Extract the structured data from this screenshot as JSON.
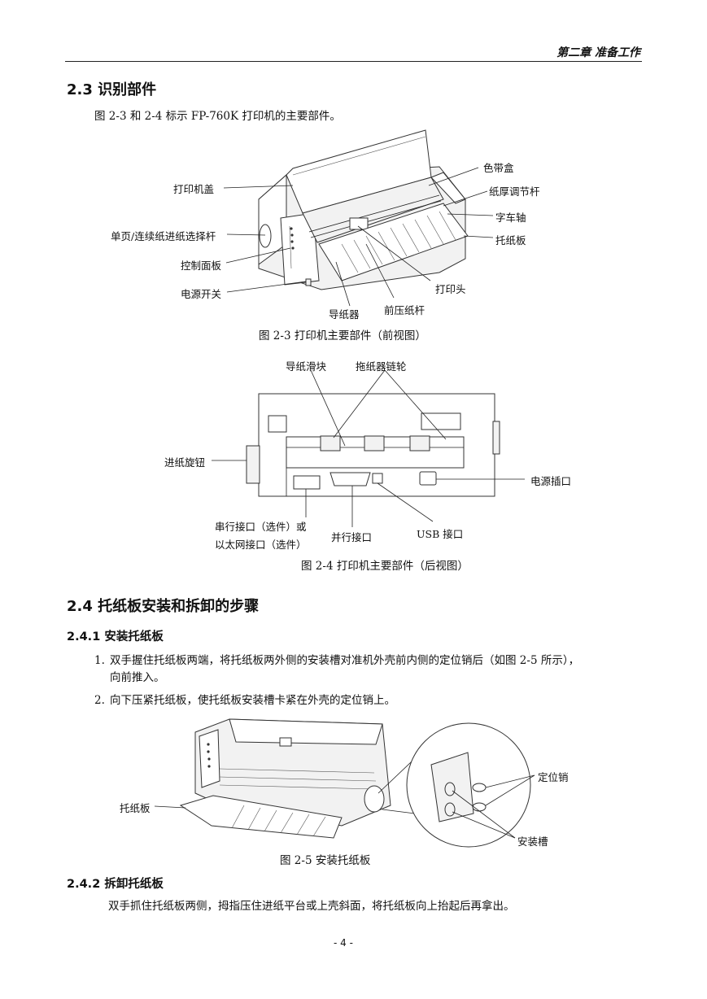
{
  "header": {
    "chapter": "第二章  准备工作"
  },
  "section_2_3": {
    "title": "2.3  识别部件",
    "intro": "图 2-3 和 2-4 标示 FP-760K 打印机的主要部件。"
  },
  "figure_2_3": {
    "caption": "图 2-3  打印机主要部件（前视图）",
    "labels": {
      "cover": "打印机盖",
      "selector": "单页/连续纸进纸选择杆",
      "panel": "控制面板",
      "power_switch": "电源开关",
      "guide": "导纸器",
      "bail": "前压纸杆",
      "head": "打印头",
      "ribbon": "色带盒",
      "thickness": "纸厚调节杆",
      "carriage": "字车轴",
      "tray": "托纸板"
    }
  },
  "figure_2_4": {
    "caption": "图 2-4  打印机主要部件（后视图）",
    "labels": {
      "slider": "导纸滑块",
      "sprocket": "拖纸器链轮",
      "knob": "进纸旋钮",
      "power_socket": "电源插口",
      "serial_1": "串行接口（选件）或",
      "serial_2": "以太网接口（选件）",
      "parallel": "并行接口",
      "usb": "USB 接口"
    }
  },
  "section_2_4": {
    "title": "2.4 托纸板安装和拆卸的步骤",
    "sub1_title": "2.4.1  安装托纸板",
    "step1_num": "1.",
    "step1_line1": "双手握住托纸板两端，将托纸板两外侧的安装槽对准机外壳前内侧的定位销后（如图 2-5 所示），",
    "step1_line2": "向前推入。",
    "step2_num": "2.",
    "step2_text": "向下压紧托纸板，使托纸板安装槽卡紧在外壳的定位销上。",
    "sub2_title": "2.4.2  拆卸托纸板",
    "sub2_text": "双手抓住托纸板两侧，拇指压住进纸平台或上壳斜面，将托纸板向上抬起后再拿出。"
  },
  "figure_2_5": {
    "caption": "图 2-5  安装托纸板",
    "labels": {
      "tray": "托纸板",
      "pin": "定位销",
      "slot": "安装槽"
    }
  },
  "footer": {
    "page": "- 4 -"
  }
}
